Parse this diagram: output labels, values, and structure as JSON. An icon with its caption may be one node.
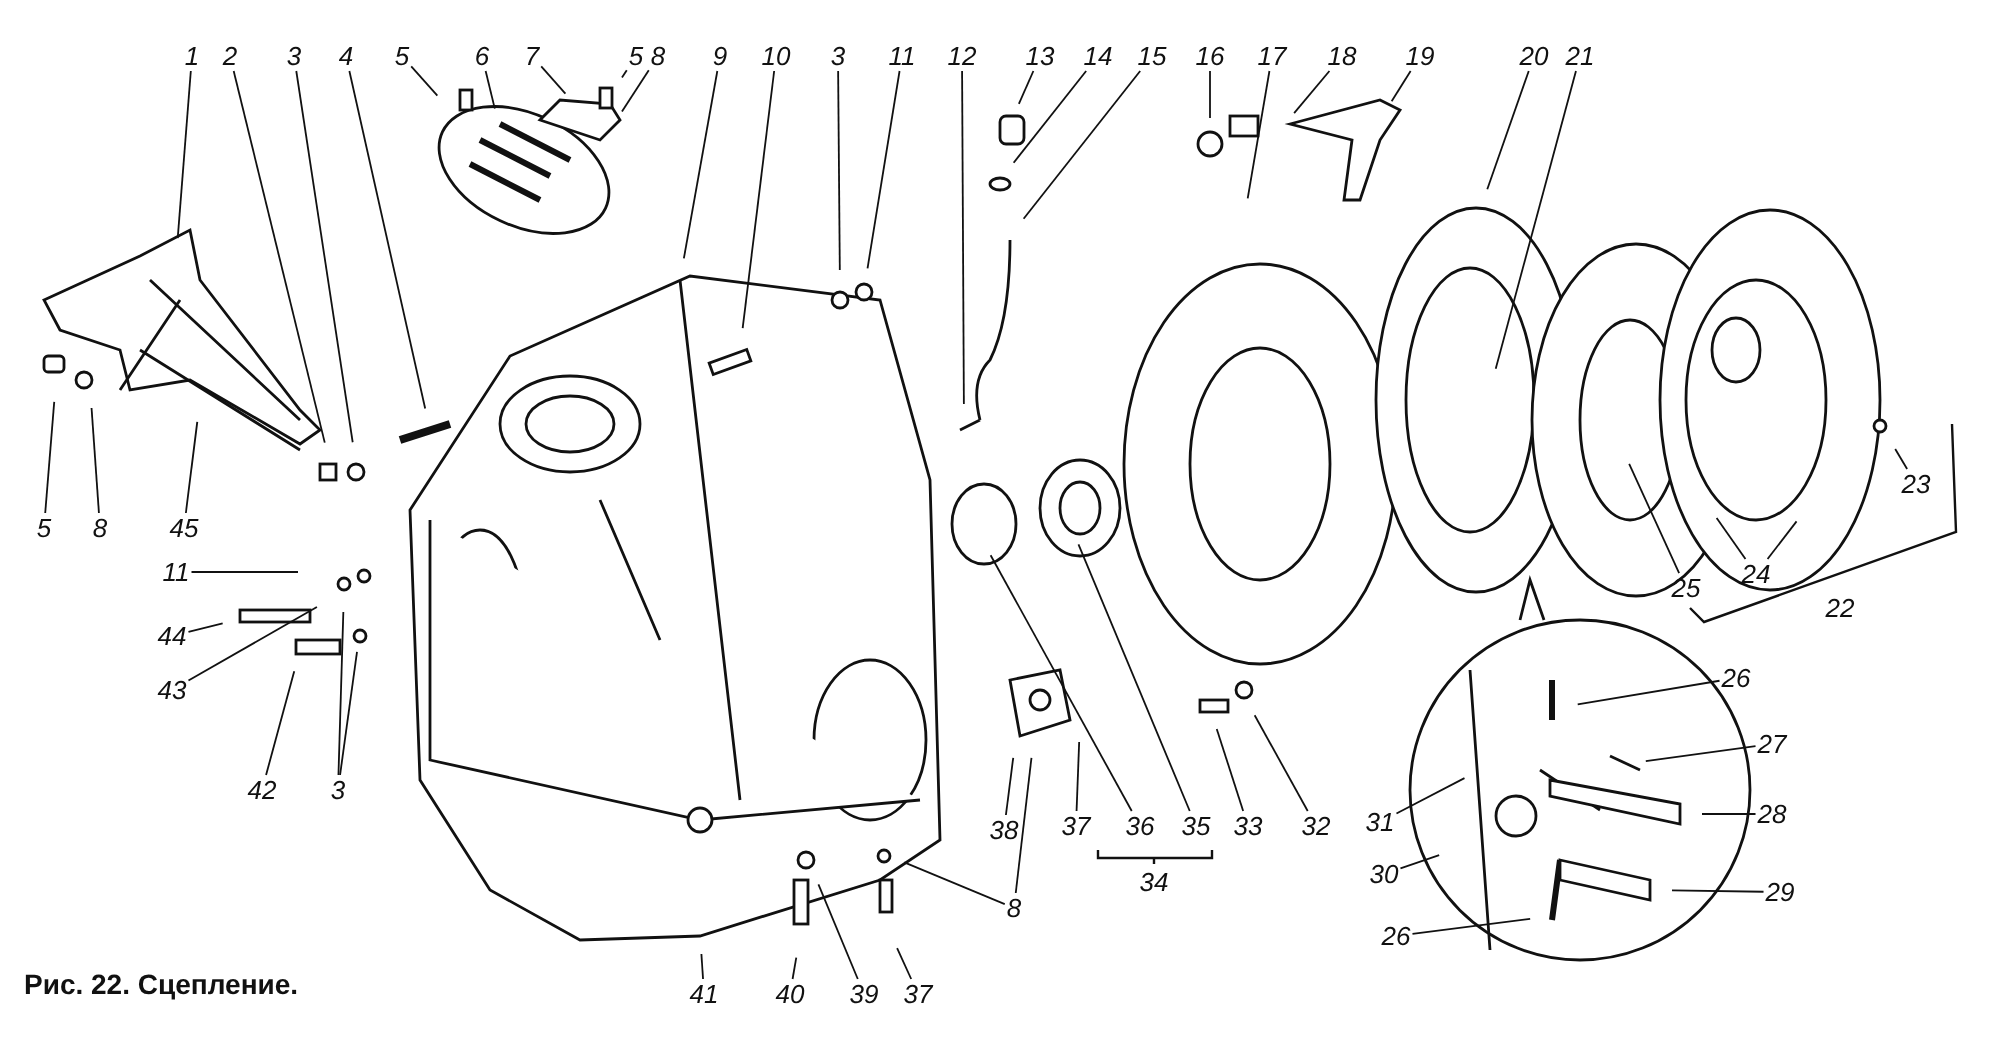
{
  "diagram": {
    "caption": "Рис. 22. Сцепление.",
    "nodes": [
      {
        "text": [
          "1"
        ]
      },
      {
        "text": [
          "2"
        ]
      },
      {
        "text": [
          "3"
        ]
      },
      {
        "text": [
          "4"
        ]
      },
      {
        "text": [
          "5"
        ]
      },
      {
        "text": [
          "6"
        ]
      },
      {
        "text": [
          "7"
        ]
      },
      {
        "text": [
          "5"
        ]
      },
      {
        "text": [
          "8"
        ]
      },
      {
        "text": [
          "9"
        ]
      },
      {
        "text": [
          "10"
        ]
      },
      {
        "text": [
          "3"
        ]
      },
      {
        "text": [
          "11"
        ]
      },
      {
        "text": [
          "12"
        ]
      },
      {
        "text": [
          "13"
        ]
      },
      {
        "text": [
          "14"
        ]
      },
      {
        "text": [
          "15"
        ]
      },
      {
        "text": [
          "16"
        ]
      },
      {
        "text": [
          "17"
        ]
      },
      {
        "text": [
          "18"
        ]
      },
      {
        "text": [
          "19"
        ]
      },
      {
        "text": [
          "20"
        ]
      },
      {
        "text": [
          "21"
        ]
      },
      {
        "text": [
          "23"
        ]
      },
      {
        "text": [
          "25"
        ]
      },
      {
        "text": [
          "24"
        ]
      },
      {
        "text": [
          "5"
        ]
      },
      {
        "text": [
          "8"
        ]
      },
      {
        "text": [
          "45"
        ]
      },
      {
        "text": [
          "11"
        ]
      },
      {
        "text": [
          "44"
        ]
      },
      {
        "text": [
          "43"
        ]
      },
      {
        "text": [
          "42"
        ]
      },
      {
        "text": [
          "3"
        ]
      },
      {
        "text": [
          "41"
        ]
      },
      {
        "text": [
          "40"
        ]
      },
      {
        "text": [
          "39"
        ]
      },
      {
        "text": [
          "37"
        ]
      },
      {
        "text": [
          "8"
        ]
      },
      {
        "text": [
          "38"
        ]
      },
      {
        "text": [
          "37"
        ]
      },
      {
        "text": [
          "36"
        ]
      },
      {
        "text": [
          "35"
        ]
      },
      {
        "text": [
          "33"
        ]
      },
      {
        "text": [
          "32"
        ]
      },
      {
        "text": [
          "31"
        ]
      },
      {
        "text": [
          "30"
        ]
      },
      {
        "text": [
          "26"
        ]
      },
      {
        "text": [
          "26"
        ]
      },
      {
        "text": [
          "27"
        ]
      },
      {
        "text": [
          "28"
        ]
      },
      {
        "text": [
          "29"
        ]
      }
    ],
    "edges": [
      {
        "from": 0,
        "to": null,
        "arrow": "none"
      },
      {
        "from": 1,
        "to": null,
        "arrow": "none"
      },
      {
        "from": 2,
        "to": null,
        "arrow": "none"
      },
      {
        "from": 3,
        "to": null,
        "arrow": "none"
      },
      {
        "from": 4,
        "to": null,
        "arrow": "none"
      },
      {
        "from": 5,
        "to": null,
        "arrow": "none"
      },
      {
        "from": 6,
        "to": null,
        "arrow": "none"
      },
      {
        "from": 7,
        "to": null,
        "arrow": "none"
      },
      {
        "from": 8,
        "to": null,
        "arrow": "none"
      },
      {
        "from": 9,
        "to": null,
        "arrow": "none"
      },
      {
        "from": 10,
        "to": null,
        "arrow": "none"
      },
      {
        "from": 11,
        "to": null,
        "arrow": "none"
      },
      {
        "from": 12,
        "to": null,
        "arrow": "none"
      },
      {
        "from": 13,
        "to": null,
        "arrow": "none"
      },
      {
        "from": 14,
        "to": null,
        "arrow": "none"
      },
      {
        "from": 15,
        "to": null,
        "arrow": "none"
      },
      {
        "from": 16,
        "to": null,
        "arrow": "none"
      },
      {
        "from": 17,
        "to": null,
        "arrow": "none"
      },
      {
        "from": 18,
        "to": null,
        "arrow": "none"
      },
      {
        "from": 19,
        "to": null,
        "arrow": "none"
      },
      {
        "from": 20,
        "to": null,
        "arrow": "none"
      },
      {
        "from": 21,
        "to": null,
        "arrow": "none"
      },
      {
        "from": 22,
        "to": null,
        "arrow": "none"
      },
      {
        "from": 23,
        "to": null,
        "arrow": "none"
      },
      {
        "from": 24,
        "to": null,
        "arrow": "none"
      },
      {
        "from": 25,
        "to": null,
        "arrow": "none"
      },
      {
        "from": 25,
        "to": null,
        "arrow": "none"
      },
      {
        "from": 26,
        "to": null,
        "arrow": "none"
      },
      {
        "from": 27,
        "to": null,
        "arrow": "none"
      },
      {
        "from": 28,
        "to": null,
        "arrow": "none"
      },
      {
        "from": 29,
        "to": null,
        "arrow": "none"
      },
      {
        "from": 30,
        "to": null,
        "arrow": "none"
      },
      {
        "from": 31,
        "to": null,
        "arrow": "none"
      },
      {
        "from": 32,
        "to": null,
        "arrow": "none"
      },
      {
        "from": 33,
        "to": null,
        "arrow": "none"
      },
      {
        "from": 33,
        "to": null,
        "arrow": "none"
      },
      {
        "from": 34,
        "to": null,
        "arrow": "none"
      },
      {
        "from": 35,
        "to": null,
        "arrow": "none"
      },
      {
        "from": 36,
        "to": null,
        "arrow": "none"
      },
      {
        "from": 37,
        "to": null,
        "arrow": "none"
      },
      {
        "from": 38,
        "to": null,
        "arrow": "none"
      },
      {
        "from": 38,
        "to": null,
        "arrow": "none"
      },
      {
        "from": 39,
        "to": null,
        "arrow": "none"
      },
      {
        "from": 40,
        "to": null,
        "arrow": "none"
      },
      {
        "from": 41,
        "to": null,
        "arrow": "none"
      },
      {
        "from": 42,
        "to": null,
        "arrow": "none"
      },
      {
        "from": 43,
        "to": null,
        "arrow": "none"
      },
      {
        "from": 44,
        "to": null,
        "arrow": "none"
      },
      {
        "from": 45,
        "to": null,
        "arrow": "none"
      },
      {
        "from": 46,
        "to": null,
        "arrow": "none"
      },
      {
        "from": 47,
        "to": null,
        "arrow": "none"
      },
      {
        "from": 48,
        "to": null,
        "arrow": "none"
      },
      {
        "from": 49,
        "to": null,
        "arrow": "none"
      },
      {
        "from": 50,
        "to": null,
        "arrow": "none"
      },
      {
        "from": 51,
        "to": null,
        "arrow": "none"
      }
    ],
    "labels": [
      "22",
      "34"
    ]
  }
}
